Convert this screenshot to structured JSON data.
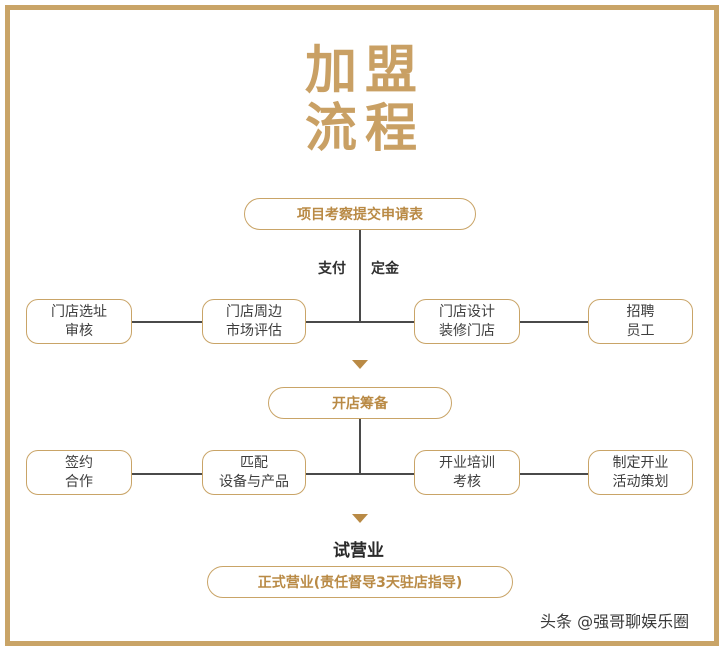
{
  "title": {
    "line1": "加盟",
    "line2": "流程"
  },
  "step1": "项目考察提交申请表",
  "payment": {
    "left": "支付",
    "right": "定金"
  },
  "row1": {
    "far_left": "门店选址\n审核",
    "mid_left": "门店周边\n市场评估",
    "mid_right": "门店设计\n装修门店",
    "far_right": "招聘\n员工"
  },
  "step2": "开店筹备",
  "row2": {
    "far_left": "签约\n合作",
    "mid_left": "匹配\n设备与产品",
    "mid_right": "开业培训\n考核",
    "far_right": "制定开业\n活动策划"
  },
  "trial": "试营业",
  "step3": "正式营业(责任督导3天驻店指导)",
  "watermark": "头条 @强哥聊娱乐圈",
  "colors": {
    "gold": "#c9a467",
    "accent_text": "#b98a45"
  }
}
